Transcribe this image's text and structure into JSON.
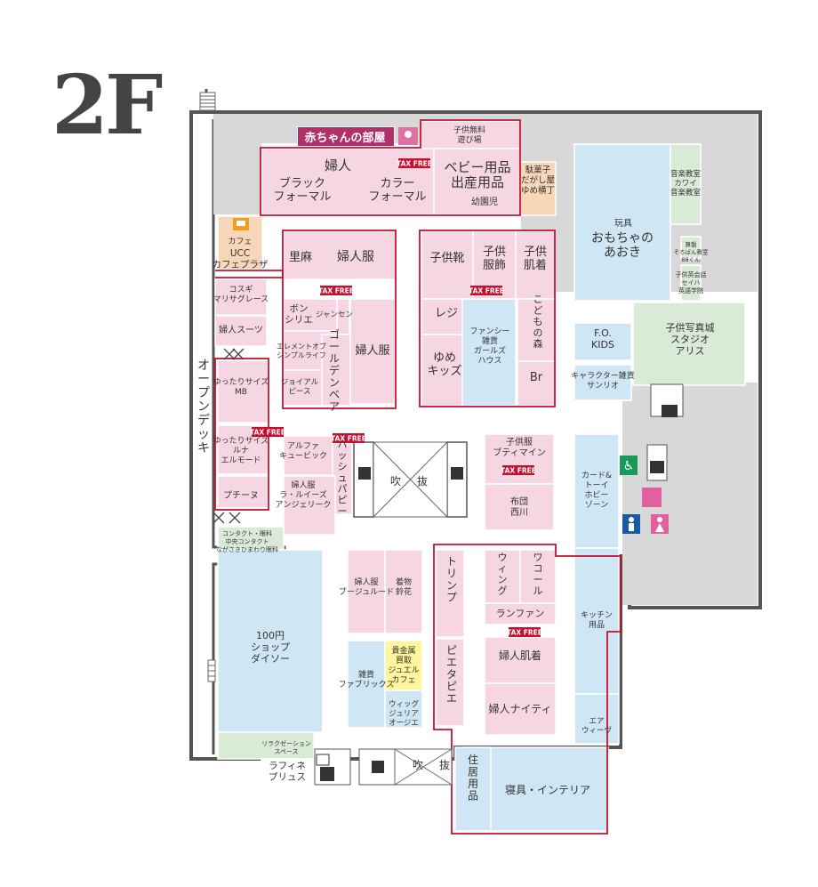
{
  "floor": "2F",
  "tax_free": "TAX FREE",
  "colors": {
    "pink": "#f6d6e2",
    "blue": "#cfe6f5",
    "green": "#d9ebd7",
    "orange": "#f8d6b8",
    "yellow": "#fff59a",
    "gray": "#d8d8d8",
    "red": "#c8102e",
    "wall": "#555555"
  },
  "stores": [
    {
      "id": "akachan",
      "lines": [
        "赤ちゃんの部屋"
      ]
    },
    {
      "id": "asobiba",
      "lines": [
        "子供無料",
        "遊び場"
      ]
    },
    {
      "id": "fujin",
      "lines": [
        "婦人"
      ]
    },
    {
      "id": "black-formal",
      "lines": [
        "ブラック",
        "フォーマル"
      ]
    },
    {
      "id": "color-formal",
      "lines": [
        "カラー",
        "フォーマル"
      ]
    },
    {
      "id": "baby",
      "lines": [
        "ベビー用品",
        "出産用品"
      ]
    },
    {
      "id": "youjien",
      "lines": [
        "幼園児"
      ]
    },
    {
      "id": "dagashi",
      "lines": [
        "駄菓子",
        "だがし屋",
        "ゆめ横丁"
      ]
    },
    {
      "id": "cafe-label",
      "lines": [
        "カフェ"
      ]
    },
    {
      "id": "ucc",
      "lines": [
        "UCC",
        "カフェプラザ"
      ]
    },
    {
      "id": "satoasa",
      "lines": [
        "里麻"
      ]
    },
    {
      "id": "fujinfuku1",
      "lines": [
        "婦人服"
      ]
    },
    {
      "id": "kosugi",
      "lines": [
        "コスギ",
        "マリサグレース"
      ]
    },
    {
      "id": "fujin-suit",
      "lines": [
        "婦人スーツ"
      ]
    },
    {
      "id": "bonsirie",
      "lines": [
        "ボン",
        "シリエ"
      ]
    },
    {
      "id": "jansen",
      "lines": [
        "ジャンセン"
      ]
    },
    {
      "id": "elements",
      "lines": [
        "エレメントオブ",
        "シンプルライフ"
      ]
    },
    {
      "id": "jyoia",
      "lines": [
        "ジョイアル",
        "ピース"
      ]
    },
    {
      "id": "golden",
      "lines": [
        "ゴールデンベア"
      ]
    },
    {
      "id": "fujinfuku2",
      "lines": [
        "婦人服"
      ]
    },
    {
      "id": "mb",
      "lines": [
        "ゆったりサイズ",
        "MB"
      ]
    },
    {
      "id": "luna",
      "lines": [
        "ゆったりサイズ",
        "ルナ",
        "エルモード"
      ]
    },
    {
      "id": "petine",
      "lines": [
        "プチーヌ"
      ]
    },
    {
      "id": "alpha",
      "lines": [
        "アルファ",
        "キュービック"
      ]
    },
    {
      "id": "hush",
      "lines": [
        "ハッシュパピー"
      ]
    },
    {
      "id": "laleys",
      "lines": [
        "婦人服",
        "ラ・ルイーズ",
        "アンジェリーク"
      ]
    },
    {
      "id": "contact",
      "lines": [
        "コンタクト・眼科",
        "中央コンタクト",
        "ながさきひまわり眼科"
      ]
    },
    {
      "id": "kodomogutsu",
      "lines": [
        "子供靴"
      ]
    },
    {
      "id": "kodomofuku",
      "lines": [
        "子供",
        "服飾"
      ]
    },
    {
      "id": "kodomohada",
      "lines": [
        "子供",
        "肌着"
      ]
    },
    {
      "id": "reji",
      "lines": [
        "レジ"
      ]
    },
    {
      "id": "yumekids",
      "lines": [
        "ゆめ",
        "キッズ"
      ]
    },
    {
      "id": "girls",
      "lines": [
        "ファンシー",
        "雑貨",
        "ガールズ",
        "ハウス"
      ]
    },
    {
      "id": "mori",
      "lines": [
        "こどもの森"
      ]
    },
    {
      "id": "br",
      "lines": [
        "Br"
      ]
    },
    {
      "id": "toy-label",
      "lines": [
        "玩具"
      ]
    },
    {
      "id": "aoki",
      "lines": [
        "おもちゃの",
        "あおき"
      ]
    },
    {
      "id": "kawai",
      "lines": [
        "音楽教室",
        "カワイ",
        "音楽教室"
      ]
    },
    {
      "id": "soroban",
      "lines": [
        "算盤",
        "そろばん教室",
        "88くん"
      ]
    },
    {
      "id": "seihaku",
      "lines": [
        "子供英会話",
        "セイハ",
        "英語学院"
      ]
    },
    {
      "id": "fokids",
      "lines": [
        "F.O.",
        "KIDS"
      ]
    },
    {
      "id": "studio",
      "lines": [
        "子供写真城",
        "スタジオ",
        "アリス"
      ]
    },
    {
      "id": "sanrio",
      "lines": [
        "キャラクター雑貨",
        "サンリオ"
      ]
    },
    {
      "id": "boutique",
      "lines": [
        "子供服",
        "ブティマイン"
      ]
    },
    {
      "id": "futon",
      "lines": [
        "布団",
        "西川"
      ]
    },
    {
      "id": "hobby",
      "lines": [
        "カード&",
        "トーイ",
        "ホビー",
        "ゾーン"
      ]
    },
    {
      "id": "openDeck",
      "lines": [
        "オープンデッキ"
      ]
    },
    {
      "id": "fujinfuku3",
      "lines": [
        "婦人服",
        "ブージュルード"
      ]
    },
    {
      "id": "suzuka",
      "lines": [
        "着物",
        "鈴花"
      ]
    },
    {
      "id": "triumph",
      "lines": [
        "トリンプ"
      ]
    },
    {
      "id": "wing",
      "lines": [
        "ウィング"
      ]
    },
    {
      "id": "wacoal",
      "lines": [
        "ワコール"
      ]
    },
    {
      "id": "lanfan",
      "lines": [
        "ランファン"
      ]
    },
    {
      "id": "fujinhadagi",
      "lines": [
        "婦人肌着"
      ]
    },
    {
      "id": "peach",
      "lines": [
        "ピエタピエ"
      ]
    },
    {
      "id": "nightie",
      "lines": [
        "婦人ナイティ"
      ]
    },
    {
      "id": "kitchen",
      "lines": [
        "キッチン",
        "用品"
      ]
    },
    {
      "id": "air",
      "lines": [
        "エア",
        "ウィーヴ"
      ]
    },
    {
      "id": "daiso",
      "lines": [
        "100円",
        "ショップ",
        "ダイソー"
      ]
    },
    {
      "id": "fabric",
      "lines": [
        "雑貨",
        "ファブリックス"
      ]
    },
    {
      "id": "jewel",
      "lines": [
        "貴金属",
        "買取",
        "ジュエル",
        "カフェ"
      ]
    },
    {
      "id": "julia",
      "lines": [
        "ウィッグ",
        "ジュリア",
        "オージエ"
      ]
    },
    {
      "id": "relax",
      "lines": [
        "リラクゼーション",
        "スペース"
      ]
    },
    {
      "id": "rafine",
      "lines": [
        "ラフィネ",
        "プリュス"
      ]
    },
    {
      "id": "jukyo",
      "lines": [
        "住居用品"
      ]
    },
    {
      "id": "shingu",
      "lines": [
        "寝具・インテリア"
      ]
    },
    {
      "id": "fukinuke1",
      "lines": [
        "吹",
        "抜"
      ]
    },
    {
      "id": "fukinuke2",
      "lines": [
        "吹",
        "抜"
      ]
    }
  ]
}
